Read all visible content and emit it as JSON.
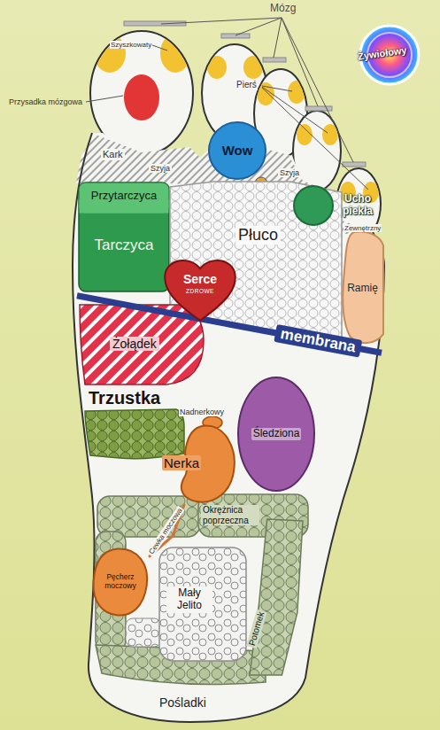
{
  "diagram": {
    "nodes": [
      {
        "text": [
          "Wow"
        ]
      },
      {
        "text": [
          "Ucho piekła"
        ]
      },
      {
        "text": [
          "Przytarczyca",
          "Tarczyca"
        ]
      },
      {
        "text": [
          "Płuco"
        ]
      },
      {
        "text": [
          "Serce",
          "ZDROWE"
        ]
      },
      {
        "text": [
          "Ramię"
        ]
      },
      {
        "text": [
          "membrana"
        ]
      },
      {
        "text": [
          "Żołądek"
        ]
      },
      {
        "text": [
          "Trzustka"
        ]
      },
      {
        "text": [
          "Śledziona"
        ]
      },
      {
        "text": [
          "Nerka"
        ]
      },
      {
        "text": [
          "Okrężnica poprzeczna"
        ]
      },
      {
        "text": [
          "Pęcherz moczowy"
        ]
      },
      {
        "text": [
          "Mały Jelito"
        ]
      },
      {
        "text": [
          "Potomek"
        ]
      }
    ],
    "edges": [
      {
        "from": 10,
        "to": 12,
        "arrow": "none",
        "label": "Cewka moczowa"
      }
    ],
    "labels": [
      "Mózg",
      "Żywiołowy",
      "Szyszkowaty",
      "Pierś",
      "Przysadka mózgowa",
      "Kark",
      "Szyja",
      "Szyja",
      "Zewnętrzny",
      "Nadnerkowy",
      "Pośladki"
    ]
  }
}
